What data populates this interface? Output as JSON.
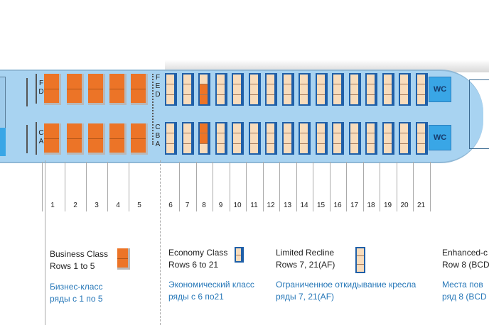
{
  "business": {
    "rows": [
      "1",
      "2",
      "3",
      "4",
      "5"
    ],
    "upper_letters": [
      "F",
      "D"
    ],
    "lower_letters": [
      "C",
      "A"
    ]
  },
  "economy": {
    "rows": [
      "6",
      "7",
      "8",
      "9",
      "10",
      "11",
      "12",
      "13",
      "14",
      "15",
      "16",
      "17",
      "18",
      "19",
      "20",
      "21"
    ],
    "upper_letters": [
      "F",
      "E",
      "D"
    ],
    "lower_letters": [
      "C",
      "B",
      "A"
    ],
    "enhanced_row": "8",
    "enhanced_seats": [
      "E",
      "D",
      "C",
      "B"
    ]
  },
  "lavatories": [
    "WC",
    "WC"
  ],
  "legend": [
    {
      "en1": "Business Class",
      "en2": "Rows 1 to 5",
      "ru1": "Бизнес-класс",
      "ru2": "ряды с 1 по 5"
    },
    {
      "en1": "Economy Class",
      "en2": "Rows  6 to 21",
      "ru1": "Экономический  класс",
      "ru2": "ряды с  6 по21"
    },
    {
      "en1": "Limited Recline",
      "en2": "Rows 7, 21(AF)",
      "ru1": "Ограниченное откидывание кресла",
      "ru2": "ряды 7, 21(AF)"
    },
    {
      "en1": "Enhanced-c",
      "en2": "Row 8 (BCD",
      "ru1": "Места пов",
      "ru2": "ряд 8 (BCD"
    }
  ],
  "colors": {
    "business": "#ec7427",
    "economy": "#f8dcbc",
    "cabin": "#a8d3f1",
    "russian_text": "#2677b8"
  }
}
